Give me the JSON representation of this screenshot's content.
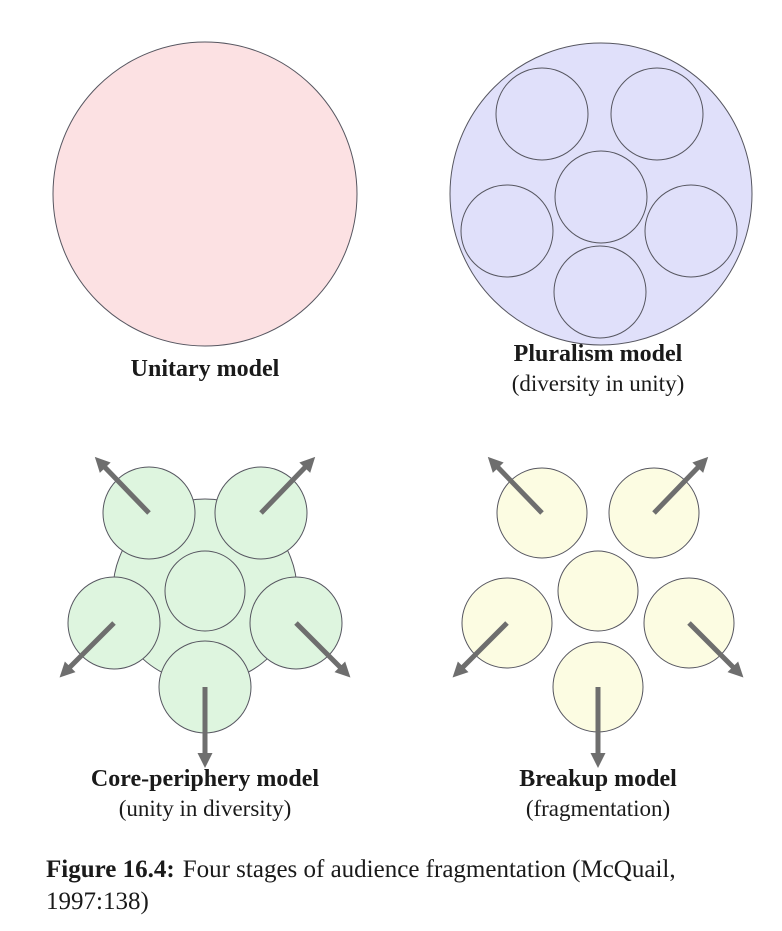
{
  "figure": {
    "panels": [
      {
        "key": "unitary",
        "title": "Unitary model",
        "subtitle": ""
      },
      {
        "key": "pluralism",
        "title": "Pluralism model",
        "subtitle": "(diversity in unity)"
      },
      {
        "key": "core_periphery",
        "title": "Core-periphery model",
        "subtitle": "(unity in diversity)"
      },
      {
        "key": "breakup",
        "title": "Breakup model",
        "subtitle": "(fragmentation)"
      }
    ],
    "caption": {
      "label": "Figure 16.4:",
      "line1": "Four stages of audience fragmentation (McQuail,",
      "line2": "1997:138)"
    },
    "colors": {
      "unitary_fill": "#fce1e3",
      "pluralism_fill": "#e0e0fa",
      "core_fill": "#def5df",
      "breakup_fill": "#fcfce2",
      "outline": "#565660",
      "arrow": "#6e6e6e",
      "text": "#1a1a1a",
      "page_bg": "#ffffff"
    }
  }
}
